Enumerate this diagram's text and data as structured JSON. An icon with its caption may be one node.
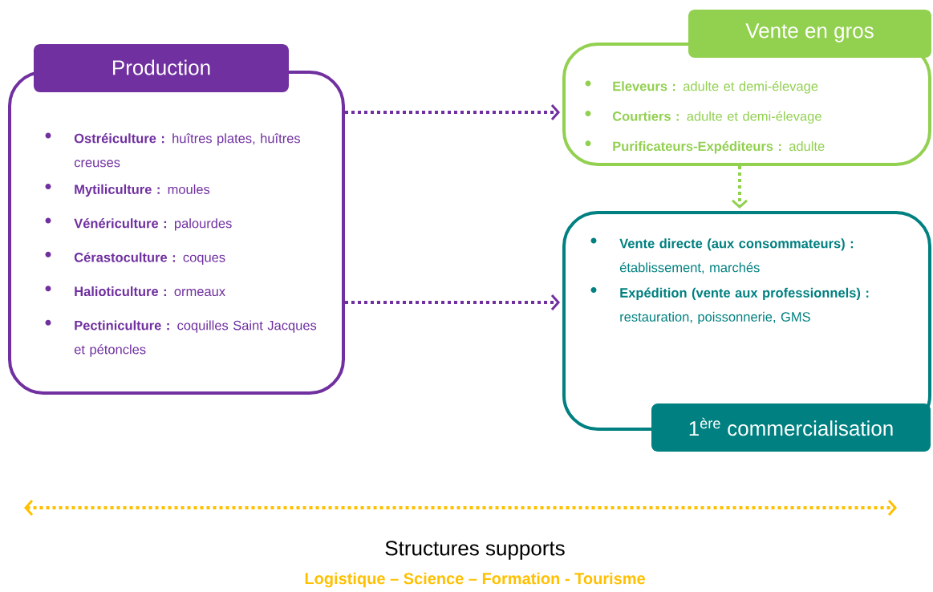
{
  "diagram": {
    "nodes": [
      {
        "text": [
          "Production",
          "**Ostréiculture :** huîtres plates, huîtres creuses",
          "**Mytiliculture :** moules",
          "**Vénériculture :** palourdes",
          "**Cérastoculture :** coques",
          "**Halioticulture :** ormeaux",
          "**Pectiniculture :** coquilles Saint Jacques et pétoncles"
        ]
      },
      {
        "text": [
          "Vente en gros",
          "**Eleveurs :** adulte et demi-élevage",
          "**Courtiers :** adulte et demi-élevage",
          "**Purificateurs-Expéditeurs :** adulte"
        ]
      },
      {
        "text": [
          "**Vente directe (aux consommateurs) :** établissement, marchés",
          "**Expédition (vente aux professionnels) :** restauration, poissonnerie, GMS",
          "1$^{ère}$ commercialisation"
        ]
      }
    ],
    "edges": [
      {
        "from": 0,
        "to": 1,
        "arrow": "to"
      },
      {
        "from": 0,
        "to": 2,
        "arrow": "to"
      },
      {
        "from": 1,
        "to": 2,
        "arrow": "to",
        "color": "#92d050"
      }
    ],
    "labels": [
      "Structures supports",
      "Logistique – Science – Formation - Tourisme"
    ]
  }
}
